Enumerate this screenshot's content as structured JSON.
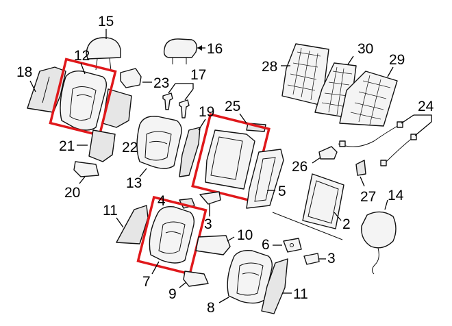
{
  "diagram": {
    "highlight_color": "#e0181b",
    "callouts": [
      {
        "id": "c15",
        "label": "15"
      },
      {
        "id": "c16",
        "label": "16"
      },
      {
        "id": "c12",
        "label": "12"
      },
      {
        "id": "c18",
        "label": "18"
      },
      {
        "id": "c23",
        "label": "23"
      },
      {
        "id": "c17",
        "label": "17"
      },
      {
        "id": "c28",
        "label": "28"
      },
      {
        "id": "c30",
        "label": "30"
      },
      {
        "id": "c29",
        "label": "29"
      },
      {
        "id": "c24",
        "label": "24"
      },
      {
        "id": "c19",
        "label": "19"
      },
      {
        "id": "c25",
        "label": "25"
      },
      {
        "id": "c21",
        "label": "21"
      },
      {
        "id": "c22",
        "label": "22"
      },
      {
        "id": "c13",
        "label": "13"
      },
      {
        "id": "c26",
        "label": "26"
      },
      {
        "id": "c5",
        "label": "5"
      },
      {
        "id": "c20",
        "label": "20"
      },
      {
        "id": "c27",
        "label": "27"
      },
      {
        "id": "c14",
        "label": "14"
      },
      {
        "id": "c4",
        "label": "4"
      },
      {
        "id": "c11a",
        "label": "11"
      },
      {
        "id": "c3a",
        "label": "3"
      },
      {
        "id": "c2",
        "label": "2"
      },
      {
        "id": "c10",
        "label": "10"
      },
      {
        "id": "c6",
        "label": "6"
      },
      {
        "id": "c3b",
        "label": "3"
      },
      {
        "id": "c7",
        "label": "7"
      },
      {
        "id": "c9",
        "label": "9"
      },
      {
        "id": "c8",
        "label": "8"
      },
      {
        "id": "c11b",
        "label": "11"
      }
    ]
  }
}
